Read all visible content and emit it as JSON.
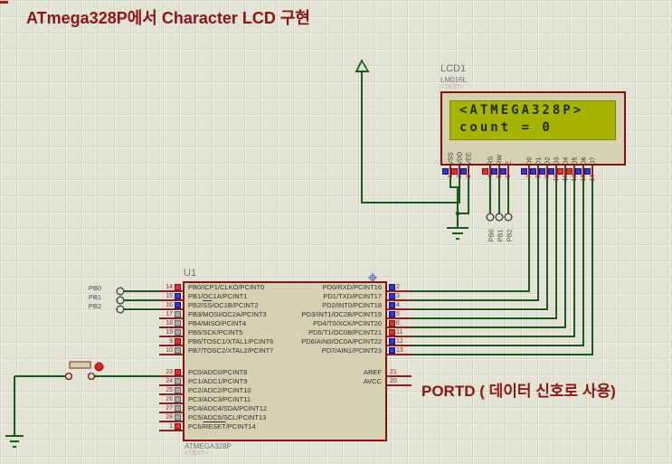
{
  "title": {
    "text": "ATmega328P에서 Character LCD 구현"
  },
  "annotations": {
    "portd": "PORTD ( 데이터 신호로 사용)"
  },
  "lcd": {
    "ref": "LCD1",
    "part": "LM016L",
    "placeholder": "<TEXT>",
    "screen": {
      "line1": "<ATMEGA328P>",
      "line2": "count = 0"
    },
    "pins": [
      {
        "num": "1",
        "label": "VSS",
        "state": "low"
      },
      {
        "num": "2",
        "label": "VDD",
        "state": "high"
      },
      {
        "num": "3",
        "label": "VEE",
        "state": "low"
      },
      {
        "num": "4",
        "label": "RS",
        "state": "high"
      },
      {
        "num": "5",
        "label": "RW",
        "state": "low"
      },
      {
        "num": "6",
        "label": "E",
        "state": "low"
      },
      {
        "num": "7",
        "label": "D0",
        "state": "low"
      },
      {
        "num": "8",
        "label": "D1",
        "state": "low"
      },
      {
        "num": "9",
        "label": "D2",
        "state": "low"
      },
      {
        "num": "10",
        "label": "D3",
        "state": "low"
      },
      {
        "num": "11",
        "label": "D4",
        "state": "high"
      },
      {
        "num": "12",
        "label": "D5",
        "state": "high"
      },
      {
        "num": "13",
        "label": "D6",
        "state": "low"
      },
      {
        "num": "14",
        "label": "D7",
        "state": "low"
      }
    ]
  },
  "mcu": {
    "ref": "U1",
    "part": "ATMEGA328P",
    "placeholder": "<TEXT>",
    "left_pins": [
      {
        "num": "14",
        "label": "PB0/ICP1/CLKO/PCINT0",
        "state": "high"
      },
      {
        "num": "15",
        "label": "PB1/OC1A/PCINT1",
        "state": "low"
      },
      {
        "num": "16",
        "label": "PB2/SS/OC1B/PCINT2",
        "overline": "SS",
        "state": "low"
      },
      {
        "num": "17",
        "label": "PB3/MOSI/OC2A/PCINT3",
        "state": "float"
      },
      {
        "num": "18",
        "label": "PB4/MISO/PCINT4",
        "state": "float"
      },
      {
        "num": "19",
        "label": "PB5/SCK/PCINT5",
        "state": "float"
      },
      {
        "num": "9",
        "label": "PB6/TOSC1/XTAL1/PCINT6",
        "state": "high"
      },
      {
        "num": "10",
        "label": "PB7/TOSC2/XTAL2/PCINT7",
        "state": "float"
      },
      {
        "num": "23",
        "label": "PC0/ADC0/PCINT8",
        "state": "high"
      },
      {
        "num": "24",
        "label": "PC1/ADC1/PCINT9",
        "state": "float"
      },
      {
        "num": "25",
        "label": "PC2/ADC2/PCINT10",
        "state": "float"
      },
      {
        "num": "26",
        "label": "PC3/ADC3/PCINT11",
        "state": "float"
      },
      {
        "num": "27",
        "label": "PC4/ADC4/SDA/PCINT12",
        "state": "float"
      },
      {
        "num": "28",
        "label": "PC5/ADC5/SCL/PCINT13",
        "state": "float"
      },
      {
        "num": "1",
        "label": "PC6/RESET/PCINT14",
        "overline": "RESET",
        "state": "high"
      }
    ],
    "right_pins": [
      {
        "num": "2",
        "label": "PD0/RXD/PCINT16",
        "state": "low"
      },
      {
        "num": "3",
        "label": "PD1/TXD/PCINT17",
        "state": "low"
      },
      {
        "num": "4",
        "label": "PD2/INT0/PCINT18",
        "state": "low"
      },
      {
        "num": "5",
        "label": "PD3/INT1/OC2B/PCINT19",
        "state": "low"
      },
      {
        "num": "6",
        "label": "PD4/T0/XCK/PCINT20",
        "state": "high"
      },
      {
        "num": "11",
        "label": "PD5/T1/OC0B/PCINT21",
        "state": "high"
      },
      {
        "num": "12",
        "label": "PD6/AIN0/OC0A/PCINT22",
        "state": "low"
      },
      {
        "num": "13",
        "label": "PD7/AIN1/PCINT23",
        "state": "low"
      },
      {
        "num": "21",
        "label": "AREF",
        "state": "none"
      },
      {
        "num": "20",
        "label": "AVCC",
        "state": "none"
      }
    ]
  },
  "terminals": {
    "lcd_side": [
      "PB0",
      "PB1",
      "PB2"
    ],
    "mcu_side": [
      "PB0",
      "PB1",
      "PB2"
    ]
  },
  "colors": {
    "accent": "#8c1414",
    "wire": "#1b5a1b",
    "pin": "#8b2020",
    "state_high": "#e03030",
    "state_low": "#3535cf",
    "state_float": "#a8a8a8",
    "lcd_screen": "#a6b400",
    "component_fill": "#d5d1b2",
    "background": "#e3e3d5"
  }
}
